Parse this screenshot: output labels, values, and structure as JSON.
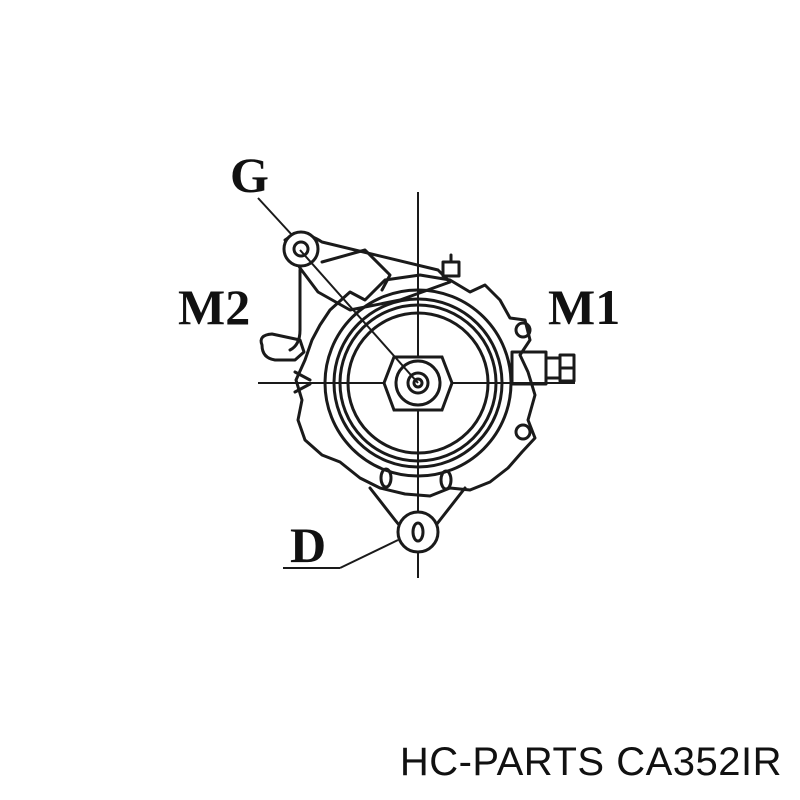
{
  "diagram": {
    "callouts": {
      "g": "G",
      "m2": "M2",
      "m1": "M1",
      "d": "D"
    }
  },
  "caption": "HC-PARTS CA352IR",
  "colors": {
    "ink": "#1a1a1a",
    "background": "#ffffff"
  }
}
